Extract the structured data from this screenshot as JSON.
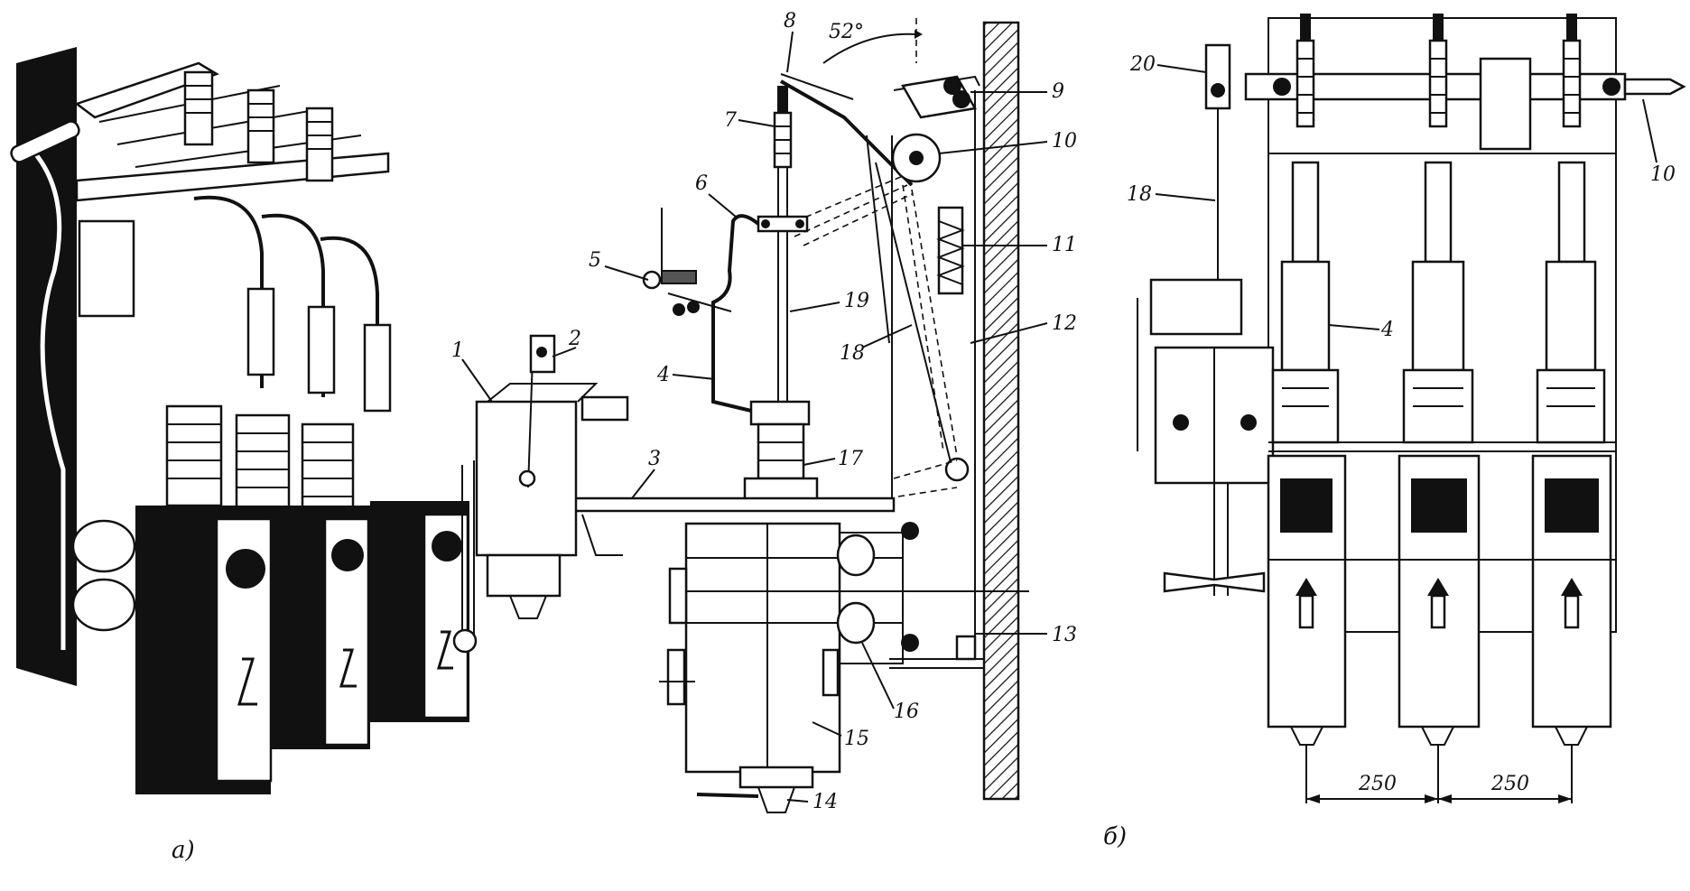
{
  "captions": {
    "a": "а)",
    "b": "б)"
  },
  "callouts": {
    "n1": "1",
    "n2": "2",
    "n3": "3",
    "n4": "4",
    "n5": "5",
    "n6": "6",
    "n7": "7",
    "n8": "8",
    "n9": "9",
    "n10": "10",
    "n11": "11",
    "n12": "12",
    "n13": "13",
    "n14": "14",
    "n15": "15",
    "n16": "16",
    "n17": "17",
    "n18": "18",
    "n19": "19",
    "r4": "4",
    "r10": "10",
    "r18": "18",
    "r20": "20"
  },
  "angle_label": "52°",
  "dimensions": {
    "d1": "250",
    "d2": "250"
  },
  "colors": {
    "ink": "#111111",
    "paper": "#ffffff"
  }
}
